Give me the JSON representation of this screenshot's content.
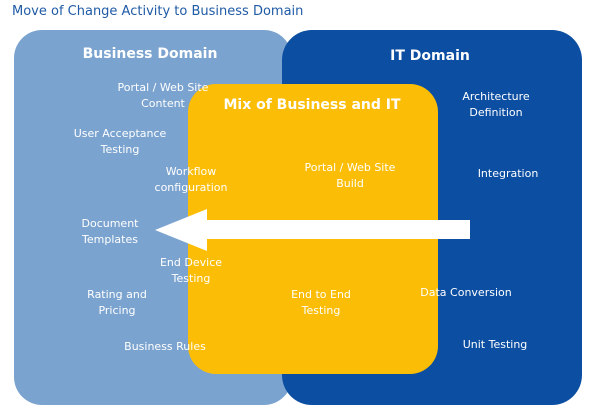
{
  "title": "Move of Change Activity to Business Domain",
  "business_domain": {
    "heading": "Business Domain",
    "items": [
      "Portal / Web Site\nContent",
      "User Acceptance\nTesting",
      "Workflow\nconfiguration",
      "Document\nTemplates",
      "End Device\nTesting",
      "Rating and\nPricing",
      "Business Rules"
    ]
  },
  "it_domain": {
    "heading": "IT Domain",
    "items": [
      "Architecture\nDefinition",
      "Integration",
      "Data Conversion",
      "Unit Testing"
    ]
  },
  "mix": {
    "heading": "Mix of Business and IT",
    "items": [
      "Portal / Web Site\nBuild",
      "End to End\nTesting"
    ]
  },
  "colors": {
    "business_domain": "#7ba3cf",
    "it_domain": "#0b4ea2",
    "mix": "#fbbd06",
    "arrow": "#ffffff",
    "title": "#1f5aa6"
  }
}
